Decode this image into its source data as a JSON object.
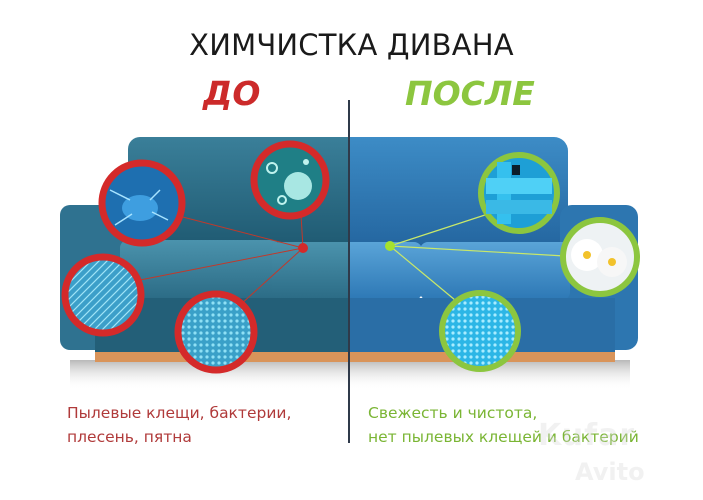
{
  "header": {
    "title": "ХИМЧИСТКА ДИВАНА",
    "before_label": "ДО",
    "after_label": "ПОСЛЕ"
  },
  "before": {
    "description_line1": "Пылевые клещи, бактерии,",
    "description_line2": "плесень, пятна",
    "ring_color": "#d42a2a",
    "sofa_color": "#2d6f8a",
    "callouts": [
      {
        "name": "dust-mite",
        "icon": "dust-mite-icon"
      },
      {
        "name": "virus-bacteria",
        "icon": "virus-icon"
      },
      {
        "name": "mold-fibers",
        "icon": "mold-icon"
      },
      {
        "name": "dirty-fabric",
        "icon": "fabric-icon"
      }
    ]
  },
  "after": {
    "description_line1": "Свежесть и чистота,",
    "description_line2": "нет пылевых клещей и бактерий",
    "ring_color": "#8cc63f",
    "sofa_color": "#2f7db8",
    "callouts": [
      {
        "name": "clean-weave",
        "icon": "weave-icon"
      },
      {
        "name": "fresh-flowers",
        "icon": "flower-icon"
      },
      {
        "name": "clean-fabric",
        "icon": "fabric-icon"
      }
    ]
  },
  "watermark": {
    "kufar": "Kufar",
    "avito": "Avito"
  },
  "colors": {
    "title": "#1a1a1a",
    "before_accent": "#cc2a2a",
    "after_accent": "#8cc63f",
    "divider": "#2f3a4a",
    "wood": "#d9945a"
  }
}
